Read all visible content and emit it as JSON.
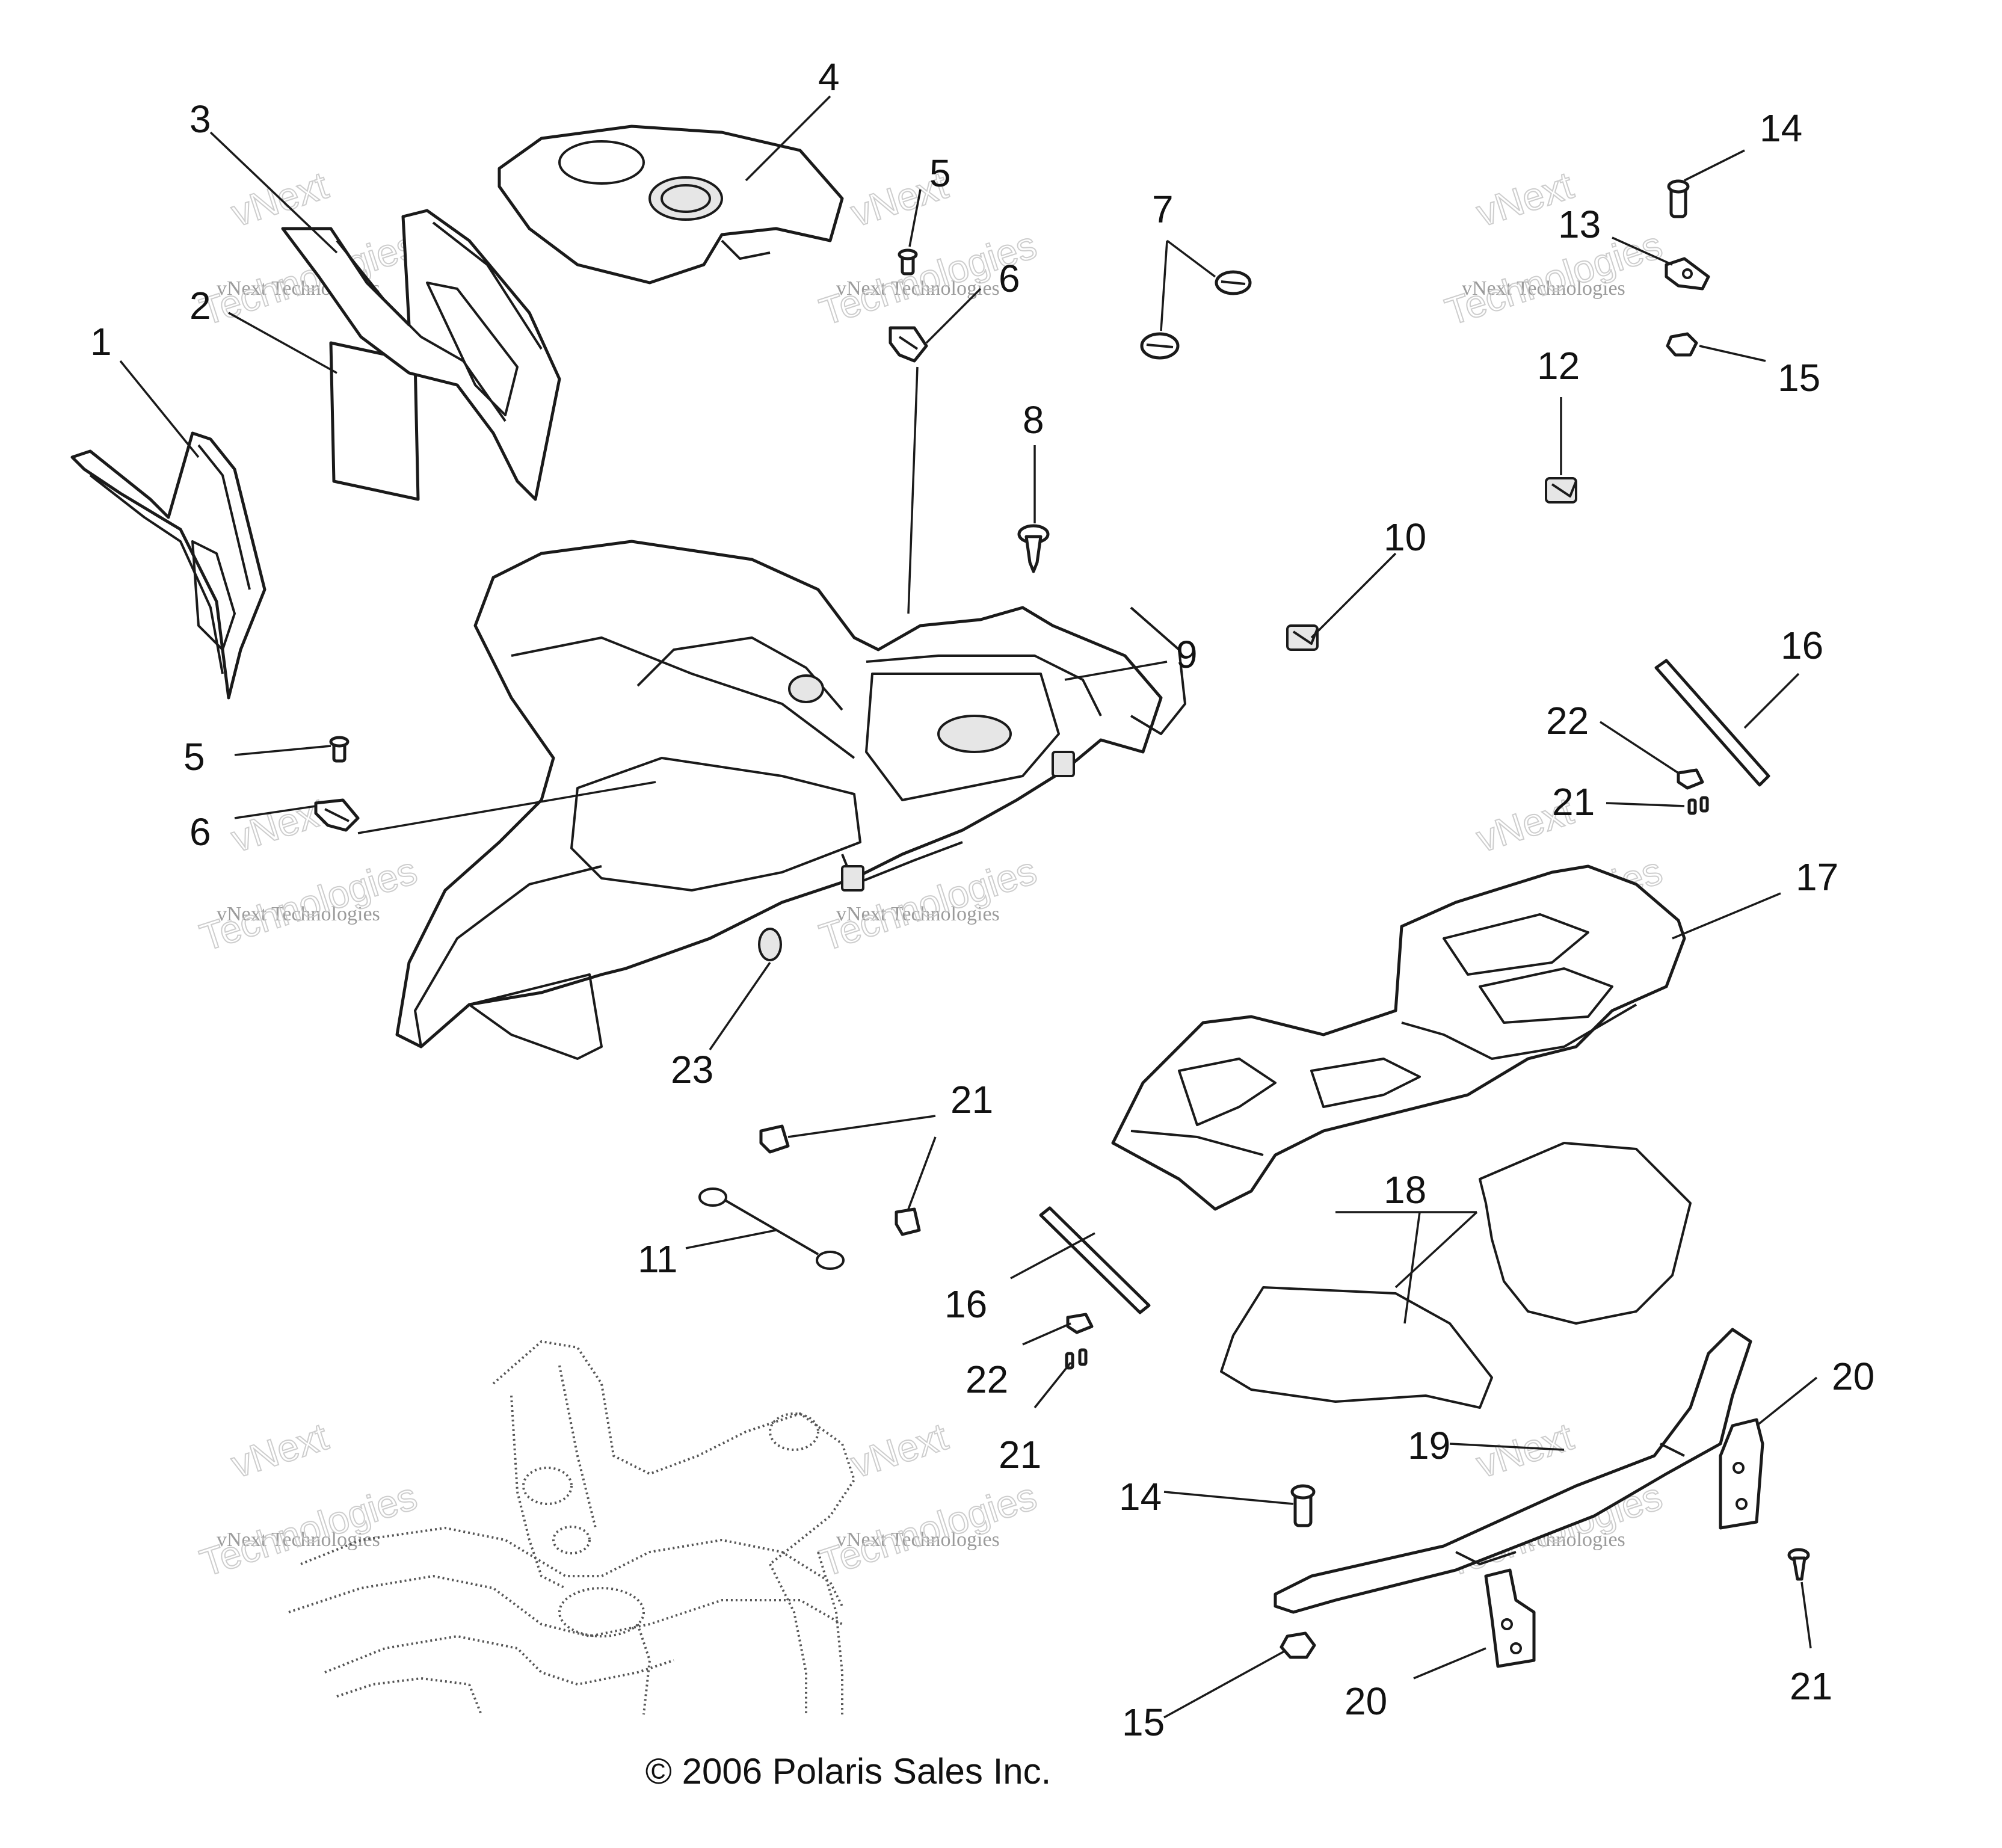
{
  "callouts": {
    "c1": "1",
    "c2": "2",
    "c3": "3",
    "c4": "4",
    "c5a": "5",
    "c5b": "5",
    "c6a": "6",
    "c6b": "6",
    "c7": "7",
    "c8": "8",
    "c9": "9",
    "c10": "10",
    "c11": "11",
    "c12": "12",
    "c13": "13",
    "c14a": "14",
    "c14b": "14",
    "c15a": "15",
    "c15b": "15",
    "c16a": "16",
    "c16b": "16",
    "c17": "17",
    "c18": "18",
    "c19": "19",
    "c20a": "20",
    "c20b": "20",
    "c21a": "21",
    "c21b": "21",
    "c21c": "21",
    "c21d": "21",
    "c22a": "22",
    "c22b": "22",
    "c23": "23"
  },
  "watermark": {
    "line1": "vNext Technologies",
    "line2a": "vNext",
    "line2b": "Technologies"
  },
  "copyright": "© 2006 Polaris Sales Inc."
}
